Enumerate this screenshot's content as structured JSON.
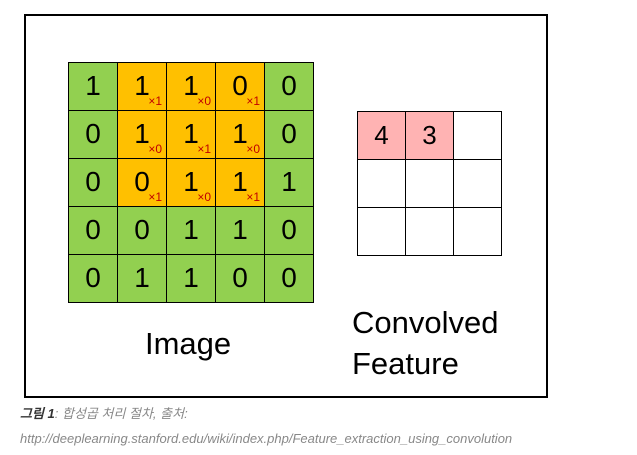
{
  "image_matrix": [
    [
      "1",
      "1",
      "1",
      "0",
      "0"
    ],
    [
      "0",
      "1",
      "1",
      "1",
      "0"
    ],
    [
      "0",
      "0",
      "1",
      "1",
      "1"
    ],
    [
      "0",
      "0",
      "1",
      "1",
      "0"
    ],
    [
      "0",
      "1",
      "1",
      "0",
      "0"
    ]
  ],
  "kernel_weights": [
    [
      "×1",
      "×0",
      "×1"
    ],
    [
      "×0",
      "×1",
      "×0"
    ],
    [
      "×1",
      "×0",
      "×1"
    ]
  ],
  "convolved_matrix": [
    [
      "4",
      "3",
      ""
    ],
    [
      "",
      "",
      ""
    ],
    [
      "",
      "",
      ""
    ]
  ],
  "labels": {
    "image": "Image",
    "convolved_line1": "Convolved",
    "convolved_line2": "Feature"
  },
  "caption": {
    "figure": "그림 1",
    "text": ": 합성곱 처리 절차, 출처:",
    "url": "http://deeplearning.stanford.edu/wiki/index.php/Feature_extraction_using_convolution"
  },
  "colors": {
    "image_cell": "#92d050",
    "kernel_window": "#ffc000",
    "kernel_weight": "#c00000",
    "computed_output": "#ffb3b3"
  }
}
